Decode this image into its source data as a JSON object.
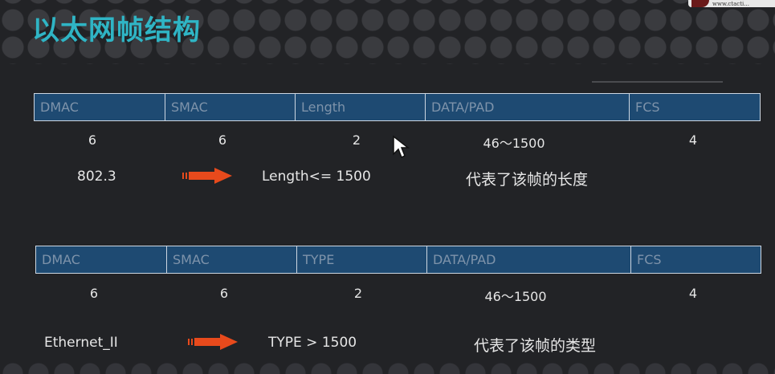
{
  "slide": {
    "title": "以太网帧结构",
    "watermark_text": "www.ctacti...",
    "arrow_icon": "right-arrow-icon",
    "cursor_icon": "mouse-cursor-icon"
  },
  "frame_8023": {
    "fields": [
      "DMAC",
      "SMAC",
      "Length",
      "DATA/PAD",
      "FCS"
    ],
    "sizes": [
      "6",
      "6",
      "2",
      "46～1500",
      "4"
    ],
    "type_label": "802.3",
    "condition": "Length<= 1500",
    "meaning": "代表了该帧的长度"
  },
  "frame_ethernet2": {
    "fields": [
      "DMAC",
      "SMAC",
      "TYPE",
      "DATA/PAD",
      "FCS"
    ],
    "sizes": [
      "6",
      "6",
      "2",
      "46～1500",
      "4"
    ],
    "type_label": "Ethernet_II",
    "condition": "TYPE > 1500",
    "meaning": "代表了该帧的类型"
  },
  "colors": {
    "title": "#2fb5c5",
    "table_fill": "#1e4a72",
    "table_text": "#7e93aa",
    "arrow": "#e84a1c",
    "background": "#222326"
  }
}
